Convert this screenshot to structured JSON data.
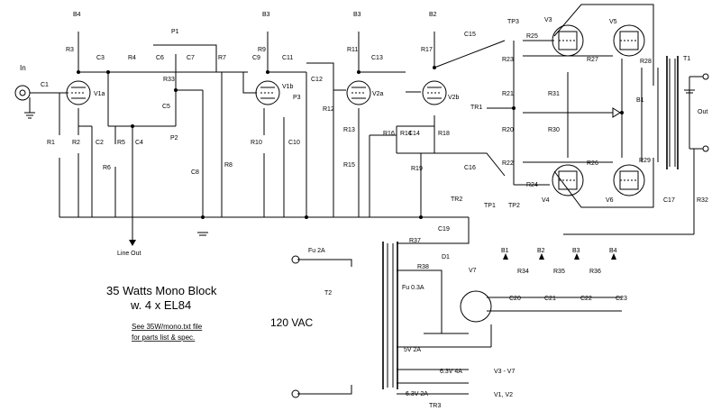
{
  "title": "35 Watts  Mono Block",
  "subtitle": "w. 4 x EL84",
  "note_line1": "See 35W/mono.txt file",
  "note_line2": "for parts list & spec.",
  "mains_label": "120 VAC",
  "input_label": "In",
  "output_label": "Out",
  "line_out_label": "Line Out",
  "tubes": {
    "v1a": "V1a",
    "v1b": "V1b",
    "v2a": "V2a",
    "v2b": "V2b",
    "v3": "V3",
    "v4": "V4",
    "v5": "V5",
    "v6": "V6",
    "v7": "V7"
  },
  "transformers": {
    "t1": "T1",
    "t2": "T2",
    "tr1": "TR1",
    "tr2": "TR2",
    "tr3": "TR3"
  },
  "test_points": {
    "tp1": "TP1",
    "tp2": "TP2",
    "tp3": "TP3"
  },
  "supply_rails": {
    "b1": "B1",
    "b2": "B2",
    "b3": "B3",
    "b4": "B4"
  },
  "pots": {
    "p1": "P1",
    "p2": "P2",
    "p3": "P3"
  },
  "fuses": {
    "mains": "Fu 2A",
    "ht": "Fu 0.3A"
  },
  "diode": "D1",
  "windings": {
    "rect_heater": "5V 2A",
    "power_heater": "6.3V 4A",
    "pre_heater": "6.3V 2A"
  },
  "heater_feeds": {
    "power": "V3 - V7",
    "pre": "V1, V2"
  },
  "resistors": {
    "r1": "R1",
    "r2": "R2",
    "r3": "R3",
    "r4": "R4",
    "r5": "R5",
    "r6": "R6",
    "r7": "R7",
    "r8": "R8",
    "r9": "R9",
    "r10": "R10",
    "r11": "R11",
    "r12": "R12",
    "r13": "R13",
    "r14": "R14",
    "r15": "R15",
    "r16": "R16",
    "r17": "R17",
    "r18": "R18",
    "r19": "R19",
    "r20": "R20",
    "r21": "R21",
    "r22": "R22",
    "r23": "R23",
    "r24": "R24",
    "r25": "R25",
    "r26": "R26",
    "r27": "R27",
    "r28": "R28",
    "r29": "R29",
    "r30": "R30",
    "r31": "R31",
    "r32": "R32",
    "r33": "R33",
    "r34": "R34",
    "r35": "R35",
    "r36": "R36",
    "r37": "R37",
    "r38": "R38"
  },
  "capacitors": {
    "c1": "C1",
    "c2": "C2",
    "c3": "C3",
    "c4": "C4",
    "c5": "C5",
    "c6": "C6",
    "c7": "C7",
    "c8": "C8",
    "c9": "C9",
    "c10": "C10",
    "c11": "C11",
    "c12": "C12",
    "c13": "C13",
    "c14": "C14",
    "c15": "C15",
    "c16": "C16",
    "c17": "C17",
    "c19": "C19",
    "c20": "C20",
    "c21": "C21",
    "c22": "C22",
    "c23": "C23"
  }
}
